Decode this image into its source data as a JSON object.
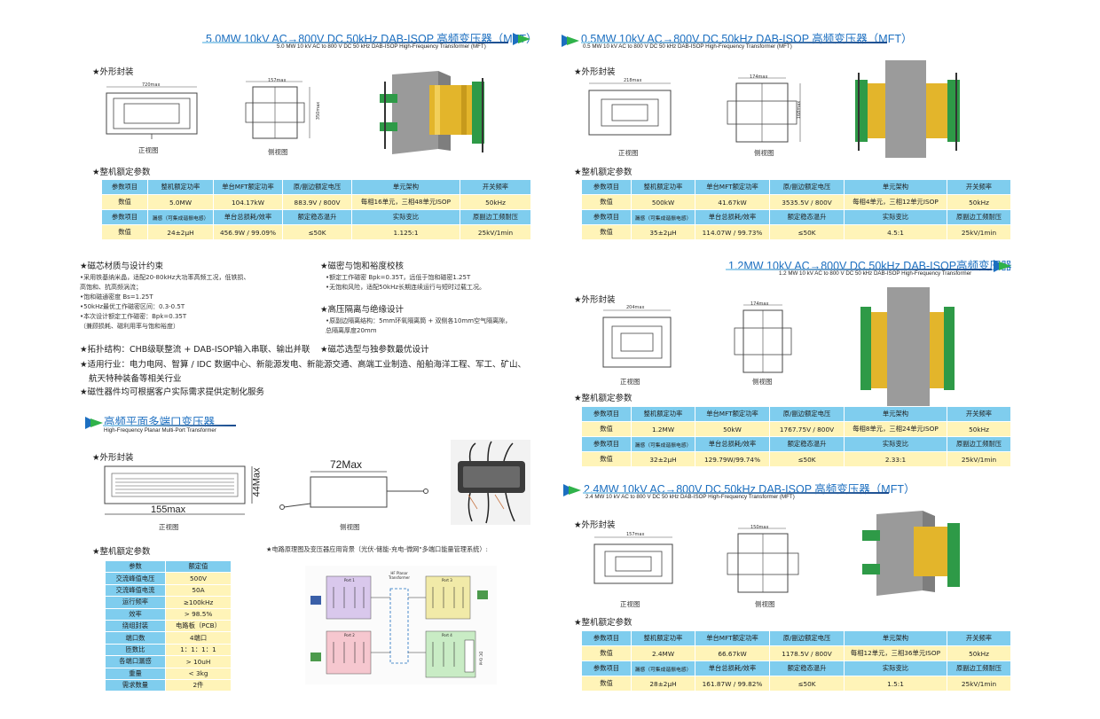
{
  "sections": {
    "mw5": {
      "title": "5.0MW 10kV AC→800V DC 50kHz DAB-ISOP 高频变压器（MFT）",
      "subtitle": "5.0 MW 10 kV AC to 800 V DC 50 kHz DAB-ISOP High-Frequency Transformer (MFT)",
      "package_label": "★外形封装",
      "rating_label": "★整机额定参数",
      "front_caption": "正视图",
      "side_caption": "侧视图",
      "dims": {
        "w": "720max",
        "d": "157max",
        "h": "350max"
      },
      "table": [
        [
          "参数项目",
          "整机额定功率",
          "单台MFT额定功率",
          "原/副边额定电压",
          "单元架构",
          "开关频率"
        ],
        [
          "数值",
          "5.0MW",
          "104.17kW",
          "883.9V / 800V",
          "每相16单元，三相48单元ISOP",
          "50kHz"
        ],
        [
          "参数项目",
          "漏感（可集成谐振电感）",
          "单台总损耗/效率",
          "额定稳态温升",
          "实际变比",
          "原副边工频耐压"
        ],
        [
          "数值",
          "24±2μH",
          "456.9W / 99.09%",
          "≤50K",
          "1.125:1",
          "25kV/1min"
        ]
      ]
    },
    "mw05": {
      "title": "0.5MW 10kV AC→800V DC 50kHz DAB-ISOP 高频变压器（MFT）",
      "subtitle": "0.5 MW 10 kV AC to 800 V DC 50 kHz DAB-ISOP High-Frequency Transformer (MFT)",
      "package_label": "★外形封装",
      "rating_label": "★整机额定参数",
      "front_caption": "正视图",
      "side_caption": "侧视图",
      "dims": {
        "w": "218max",
        "d": "174max",
        "h": "168max"
      },
      "table": [
        [
          "参数项目",
          "整机额定功率",
          "单台MFT额定功率",
          "原/副边额定电压",
          "单元架构",
          "开关频率"
        ],
        [
          "数值",
          "500kW",
          "41.67kW",
          "3535.5V / 800V",
          "每相4单元，三相12单元ISOP",
          "50kHz"
        ],
        [
          "参数项目",
          "漏感（可集成谐振电感）",
          "单台总损耗/效率",
          "额定稳态温升",
          "实际变比",
          "原副边工频耐压"
        ],
        [
          "数值",
          "35±2μH",
          "114.07W / 99.73%",
          "≤50K",
          "4.5:1",
          "25kV/1min"
        ]
      ]
    },
    "mw12": {
      "title": "1.2MW 10kV AC→800V DC 50kHz DAB-ISOP高频变压器",
      "subtitle": "1.2 MW 10 kV AC to 800 V DC 50 kHz DAB-ISOP High-Frequency Transformer",
      "package_label": "★外形封装",
      "rating_label": "★整机额定参数",
      "front_caption": "正视图",
      "side_caption": "侧视图",
      "dims": {
        "w": "204max",
        "d": "174max"
      },
      "table": [
        [
          "参数项目",
          "整机额定功率",
          "单台MFT额定功率",
          "原/副边额定电压",
          "单元架构",
          "开关频率"
        ],
        [
          "数值",
          "1.2MW",
          "50kW",
          "1767.75V / 800V",
          "每相8单元，三相24单元ISOP",
          "50kHz"
        ],
        [
          "参数项目",
          "漏感（可集成谐振电感）",
          "单台总损耗/效率",
          "额定稳态温升",
          "实际变比",
          "原副边工频耐压"
        ],
        [
          "数值",
          "32±2μH",
          "129.79W/99.74%",
          "≤50K",
          "2.33:1",
          "25kV/1min"
        ]
      ]
    },
    "mw24": {
      "title": "2.4MW 10kV AC→800V DC 50kHz DAB-ISOP 高频变压器（MFT）",
      "subtitle": "2.4 MW 10 kV AC to 800 V DC 50 kHz DAB-ISOP High-Frequency Transformer (MFT)",
      "package_label": "★外形封装",
      "rating_label": "★整机额定参数",
      "front_caption": "正视图",
      "side_caption": "侧视图",
      "dims": {
        "w": "157max",
        "d": "150max"
      },
      "table": [
        [
          "参数项目",
          "整机额定功率",
          "单台MFT额定功率",
          "原/副边额定电压",
          "单元架构",
          "开关频率"
        ],
        [
          "数值",
          "2.4MW",
          "66.67kW",
          "1178.5V / 800V",
          "每相12单元，三相36单元ISOP",
          "50kHz"
        ],
        [
          "参数项目",
          "漏感（可集成谐振电感）",
          "单台总损耗/效率",
          "额定稳态温升",
          "实际变比",
          "原副边工频耐压"
        ],
        [
          "数值",
          "28±2μH",
          "161.87W / 99.82%",
          "≤50K",
          "1.5:1",
          "25kV/1min"
        ]
      ]
    },
    "planar": {
      "title": "高频平面多端口变压器",
      "subtitle": "High-Frequency Planar Multi-Port Transformer",
      "package_label": "★外形封装",
      "rating_label": "★整机额定参数",
      "front_caption": "正视图",
      "side_caption": "侧视图",
      "dims": {
        "w": "155max",
        "h": "44Max",
        "d": "72Max"
      },
      "circuit_caption": "★电路原理图及变压器应用背景（光伏-储能-充电-微网\"多端口能量管理系统）:",
      "circuit_labels": {
        "p1": "Port 1",
        "p2": "Port 2",
        "p3": "Port 3",
        "p4": "Port 4",
        "hf": "HF Planar Transformer",
        "dc": "DC Grid"
      },
      "table": [
        [
          "参数",
          "额定值"
        ],
        [
          "交流峰值电压",
          "500V"
        ],
        [
          "交流峰值电流",
          "50A"
        ],
        [
          "运行频率",
          "≥100kHz"
        ],
        [
          "效率",
          "> 98.5%"
        ],
        [
          "绕组封装",
          "电路板（PCB）"
        ],
        [
          "端口数",
          "4端口"
        ],
        [
          "匝数比",
          "1：1：1：1"
        ],
        [
          "各端口漏感",
          "> 10uH"
        ],
        [
          "重量",
          "< 3kg"
        ],
        [
          "需求数量",
          "2件"
        ]
      ]
    }
  },
  "notes": {
    "h1": "★磁芯材质与设计约束",
    "h1_lines": [
      "•采用铁基纳米晶，适配20-80kHz大功率高频工况，低铁损、",
      "高饱和、抗高频涡流；",
      "•饱和磁通密度 Bs=1.25T",
      "•50kHz最优工作磁密区间：0.3-0.5T",
      "•本次设计额定工作磁密：Bpk=0.35T",
      "（兼顾损耗、磁利用率与饱和裕度）"
    ],
    "h2": "★磁密与饱和裕度校核",
    "h2_lines": [
      "•额定工作磁密 Bpk=0.35T，远低于饱和磁密1.25T",
      "•无饱和风险，适配50kHz长期连续运行与短时过载工况。"
    ],
    "h3": "★高压隔离与绝缘设计",
    "h3_lines": [
      "•原副边隔离结构：5mm环氧隔离筒 + 双侧各10mm空气隔离隙，",
      "总隔离厚度20mm"
    ],
    "h4": "★磁芯选型与独参数最优设计",
    "h5": "★拓扑结构：CHB级联整流 + DAB-ISOP输入串联、输出并联",
    "h6": "★适用行业：电力电网、智算 / IDC 数据中心、新能源发电、新能源交通、高端工业制造、船舶海洋工程、军工、矿山、",
    "h6b": "航天特种装备等相关行业",
    "h7": "★磁性器件均可根据客户实际需求提供定制化服务"
  }
}
